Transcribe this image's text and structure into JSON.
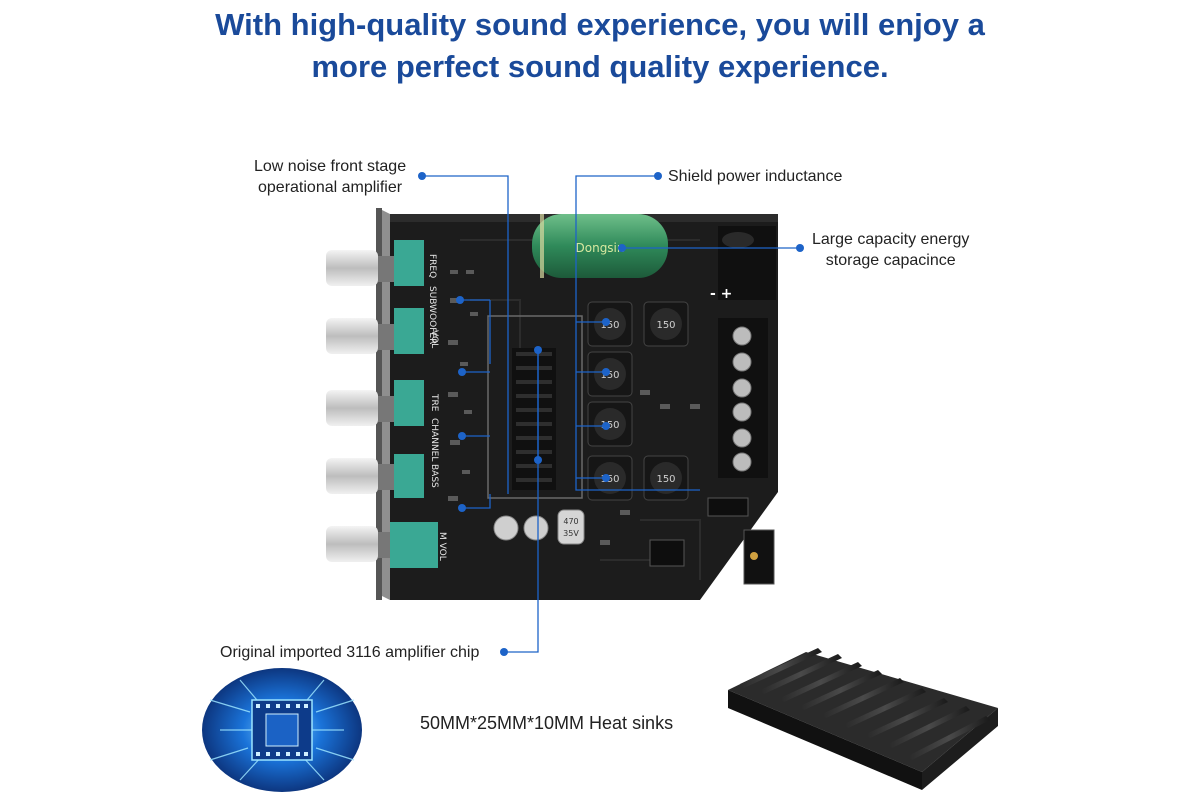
{
  "headline": {
    "line1": "With high-quality sound experience, you will enjoy a",
    "line2": "more perfect sound quality experience."
  },
  "callouts": {
    "opamp": {
      "line1": "Low noise front stage",
      "line2": "operational amplifier"
    },
    "inductance": "Shield power inductance",
    "capacitor": {
      "line1": "Large capacity energy",
      "line2": "storage capacince"
    },
    "chip": "Original imported 3116 amplifier chip"
  },
  "heatsink_caption": "50MM*25MM*10MM Heat sinks",
  "board": {
    "knob_labels": [
      {
        "top": "FREQ",
        "bottom": "SUBWOOFER"
      },
      {
        "top": "VOL",
        "bottom": ""
      },
      {
        "top": "TRE",
        "bottom": "CHANNEL"
      },
      {
        "top": "BASS",
        "bottom": ""
      },
      {
        "top": "M VOL",
        "bottom": ""
      }
    ],
    "inductor_marks": [
      "150",
      "150",
      "150",
      "150",
      "150",
      "150"
    ],
    "capacitor_brand": "Dongsin",
    "small_cap_marks": [
      "470",
      "35V"
    ],
    "power_marks": "-  +"
  },
  "colors": {
    "headline": "#1a4a9a",
    "callout_line": "#1d63c8",
    "pcb": "#1c1c1c",
    "knob_base": "#3aa894",
    "capacitor": "#2f8a5a"
  }
}
